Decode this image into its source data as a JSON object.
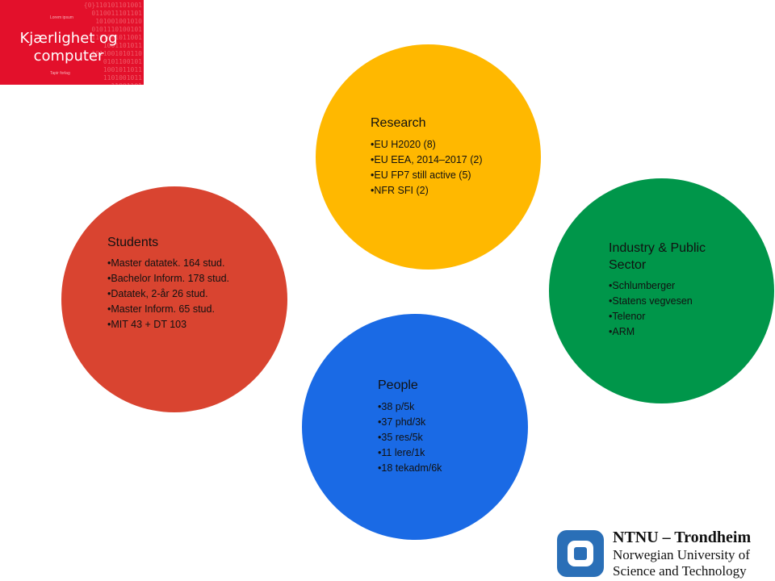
{
  "book": {
    "title_line1": "Kjærlighet og",
    "title_line2": "computer",
    "author": "Lorem ipsum",
    "publisher": "Tapir forlag",
    "binary": "{0}110101101001\n0110011101101\n101001001010\n0101110100101\n1101001011001\n1001101011\n1011001010110\n0101100101\n1001011011\n1101001011\n11001101"
  },
  "research": {
    "title": "Research",
    "items": [
      "EU H2020  (8)",
      "EU EEA, 2014–2017  (2)",
      "EU FP7 still active (5)",
      "NFR SFI (2)"
    ]
  },
  "students": {
    "title": "Students",
    "items": [
      "Master datatek. 164 stud.",
      "Bachelor Inform. 178 stud.",
      "Datatek, 2-år 26 stud.",
      "Master Inform. 65 stud.",
      "MIT 43 + DT 103"
    ]
  },
  "industry": {
    "title": "Industry & Public Sector",
    "items": [
      "Schlumberger",
      "Statens vegvesen",
      "Telenor",
      "ARM"
    ]
  },
  "people": {
    "title": "People",
    "items": [
      "38 p/5k",
      "37 phd/3k",
      "35 res/5k",
      "11 lere/1k",
      "18 tekadm/6k"
    ]
  },
  "ntnu": {
    "name": "NTNU – Trondheim",
    "line1": "Norwegian University of",
    "line2": "Science and Technology"
  },
  "colors": {
    "research": "#ffb800",
    "students": "#d94430",
    "industry": "#00964a",
    "people": "#1a6ae5",
    "book_red": "#e3102b",
    "ntnu_blue": "#2a6fb7"
  }
}
